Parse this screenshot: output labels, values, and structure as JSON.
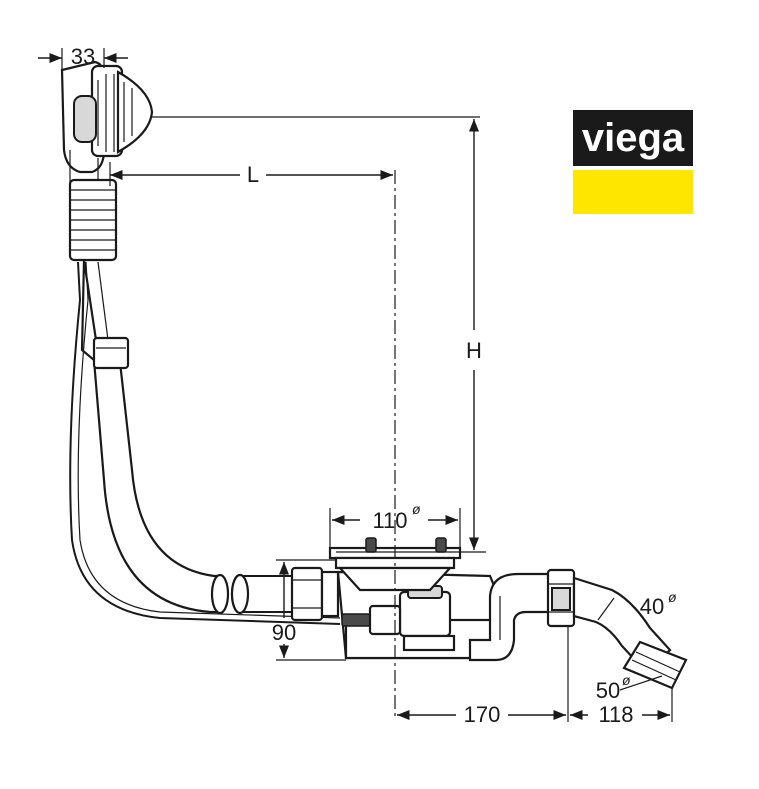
{
  "brand": {
    "name": "viega",
    "colors": {
      "black": "#1a1a1a",
      "yellow": "#ffe600",
      "text": "#ffffff"
    }
  },
  "dimensions": {
    "overflow_width": "33",
    "length": "L",
    "height": "H",
    "outlet_diameter": "110",
    "drain_height": "90",
    "distance_a": "170",
    "distance_b": "118",
    "outlet_angle": "40",
    "pipe_diameter": "50",
    "diameter_mark": "ø"
  }
}
